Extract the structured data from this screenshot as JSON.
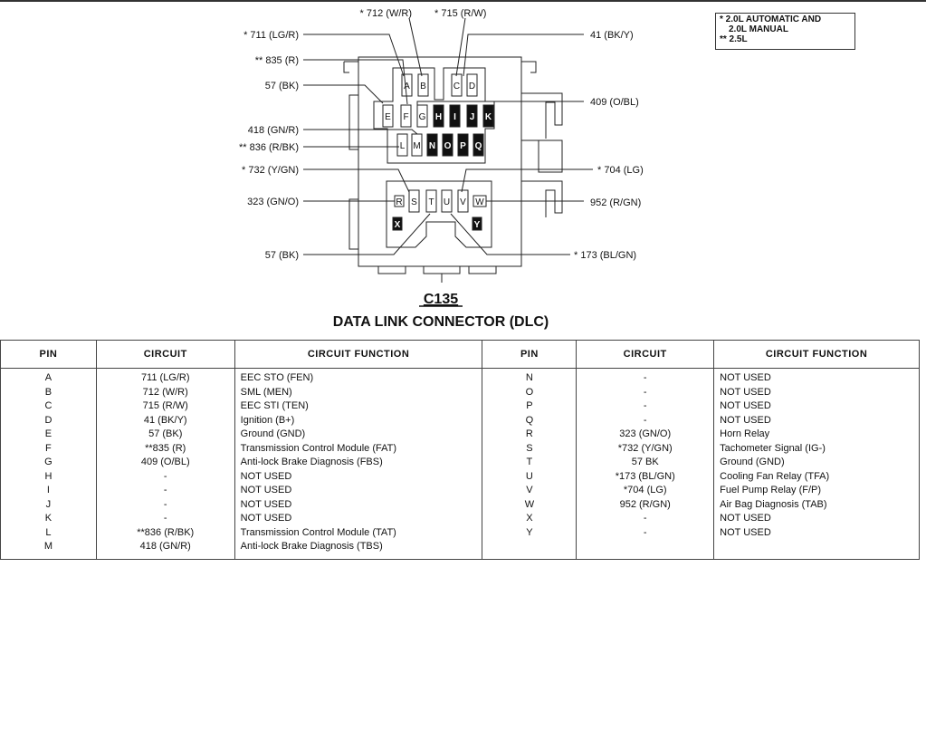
{
  "note": {
    "lines": [
      "* 2.0L AUTOMATIC AND",
      "2.0L MANUAL",
      "** 2.5L"
    ]
  },
  "diagram": {
    "title": "C135",
    "subtitle": "DATA LINK CONNECTOR (DLC)",
    "callouts": {
      "c711": "*   711  (LG/R)",
      "c835": "**   835  (R)",
      "c57a": "57  (BK)",
      "c418": "418  (GN/R)",
      "c836": "**   836  (R/BK)",
      "c732": "*   732  (Y/GN)",
      "c323": "323  (GN/O)",
      "c57b": "57  (BK)",
      "c712": "*  712  (W/R)",
      "c715": "*  715  (R/W)",
      "c41": "41  (BK/Y)",
      "c409": "409  (O/BL)",
      "c704": "*  704  (LG)",
      "c952": "952  (R/GN)",
      "c173": "*  173  (BL/GN)"
    },
    "pins": [
      "A",
      "B",
      "C",
      "D",
      "E",
      "F",
      "G",
      "H",
      "I",
      "J",
      "K",
      "L",
      "M",
      "N",
      "O",
      "P",
      "Q",
      "R",
      "S",
      "T",
      "U",
      "V",
      "W",
      "X",
      "Y"
    ],
    "unused_pins": [
      "H",
      "I",
      "J",
      "K",
      "N",
      "O",
      "P",
      "Q",
      "X",
      "Y"
    ]
  },
  "table": {
    "headers": [
      "PIN",
      "CIRCUIT",
      "CIRCUIT FUNCTION",
      "PIN",
      "CIRCUIT",
      "CIRCUIT FUNCTION"
    ],
    "left": {
      "pins": [
        "A",
        "B",
        "C",
        "D",
        "E",
        "F",
        "G",
        "H",
        "I",
        "J",
        "K",
        "L",
        "M"
      ],
      "circuits": [
        "711 (LG/R)",
        "712 (W/R)",
        "715 (R/W)",
        "41 (BK/Y)",
        "57 (BK)",
        "**835 (R)",
        "409 (O/BL)",
        "-",
        "-",
        "-",
        "-",
        "**836 (R/BK)",
        "418 (GN/R)"
      ],
      "functions": [
        "EEC STO (FEN)",
        "SML (MEN)",
        "EEC STI (TEN)",
        "Ignition (B+)",
        "Ground (GND)",
        "Transmission Control Module (FAT)",
        "Anti-lock Brake Diagnosis (FBS)",
        "NOT USED",
        "NOT USED",
        "NOT USED",
        "NOT USED",
        "Transmission Control Module (TAT)",
        "Anti-lock Brake Diagnosis (TBS)"
      ]
    },
    "right": {
      "pins": [
        "N",
        "O",
        "P",
        "Q",
        "R",
        "S",
        "T",
        "U",
        "V",
        "W",
        "X",
        "Y"
      ],
      "circuits": [
        "-",
        "-",
        "-",
        "-",
        "323 (GN/O)",
        "*732 (Y/GN)",
        "57 BK",
        "*173 (BL/GN)",
        "*704 (LG)",
        "952 (R/GN)",
        "-",
        "-"
      ],
      "functions": [
        "NOT USED",
        "NOT USED",
        "NOT USED",
        "NOT USED",
        "Horn Relay",
        "Tachometer Signal (IG-)",
        "Ground (GND)",
        "Cooling Fan Relay (TFA)",
        "Fuel Pump Relay (F/P)",
        "Air Bag Diagnosis (TAB)",
        "NOT USED",
        "NOT USED"
      ]
    }
  }
}
